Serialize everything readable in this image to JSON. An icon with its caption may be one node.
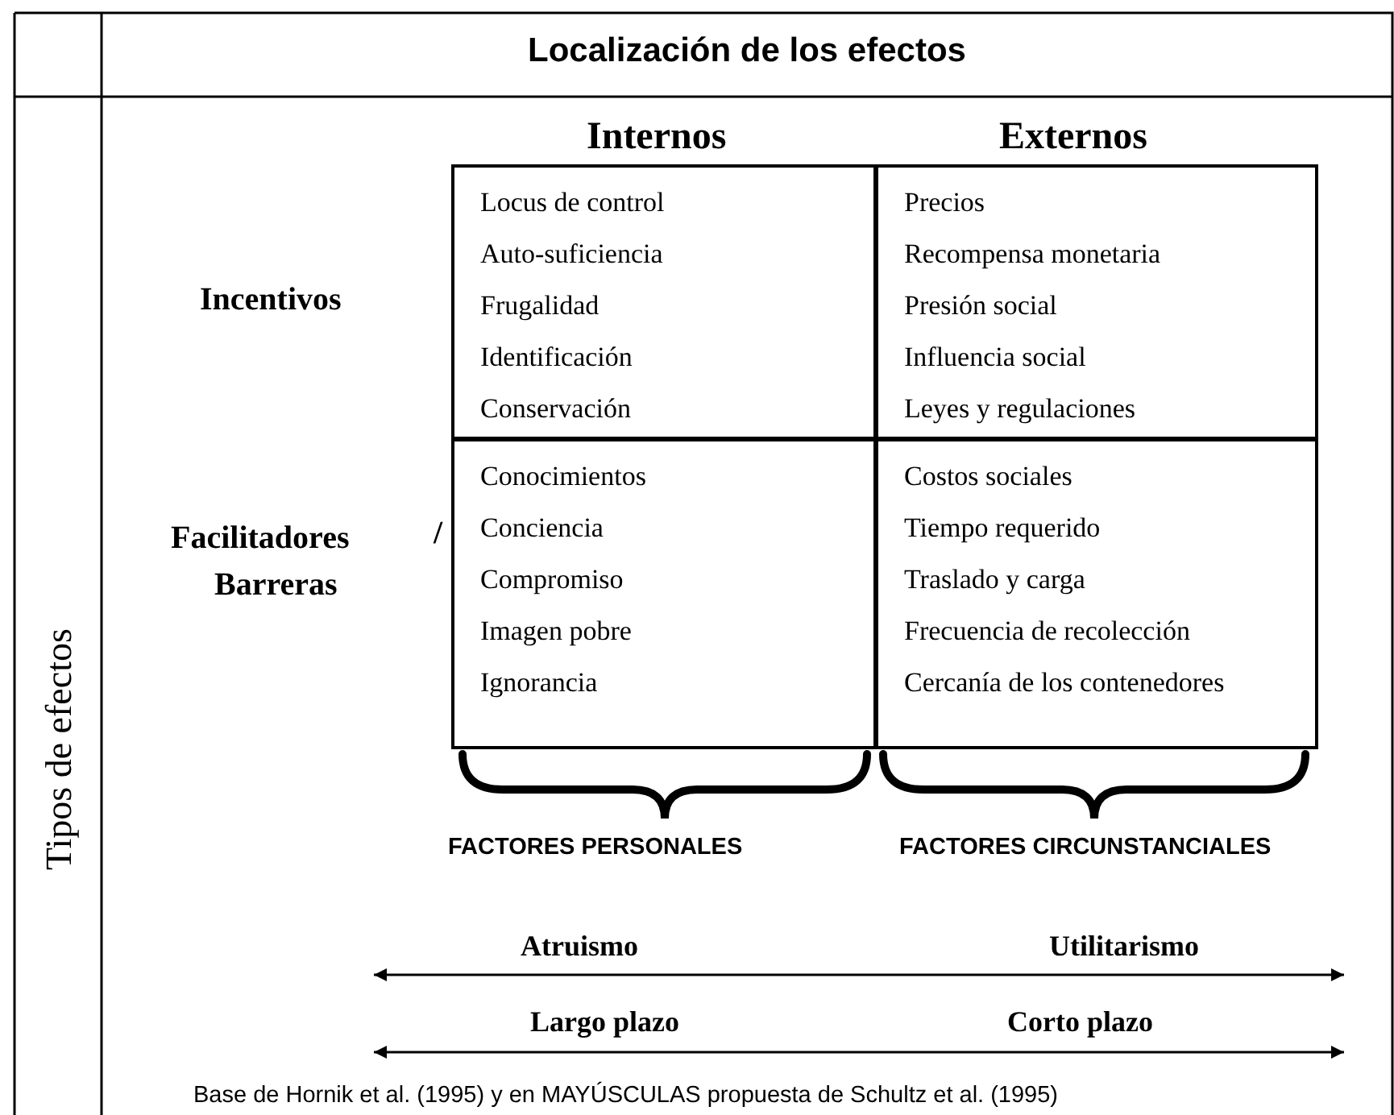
{
  "diagram": {
    "title": "Localización de los efectos",
    "caption": "Base de Hornik et al. (1995) y en MAYÚSCULAS propuesta de Schultz et al. (1995)",
    "nodes": [
      {
        "text": [
          "Locus de control",
          "Auto-suficiencia",
          "Frugalidad",
          "Identificación",
          "Conservación"
        ]
      },
      {
        "text": [
          "Precios",
          "Recompensa monetaria",
          "Presión social",
          "Influencia social",
          "Leyes y regulaciones"
        ]
      },
      {
        "text": [
          "Conocimientos",
          "Conciencia",
          "Compromiso",
          "Imagen pobre",
          "Ignorancia"
        ]
      },
      {
        "text": [
          "Costos sociales",
          "Tiempo requerido",
          "Traslado y carga",
          "Frecuencia de recolección",
          "Cercanía de los contenedores"
        ]
      }
    ],
    "labels": [
      "Tipos de efectos",
      "Internos",
      "Externos",
      "Incentivos",
      "Facilitadores",
      "/",
      "Barreras",
      "FACTORES PERSONALES",
      "FACTORES CIRCUNSTANCIALES",
      "Atruismo",
      "Utilitarismo",
      "Largo plazo",
      "Corto plazo"
    ]
  }
}
